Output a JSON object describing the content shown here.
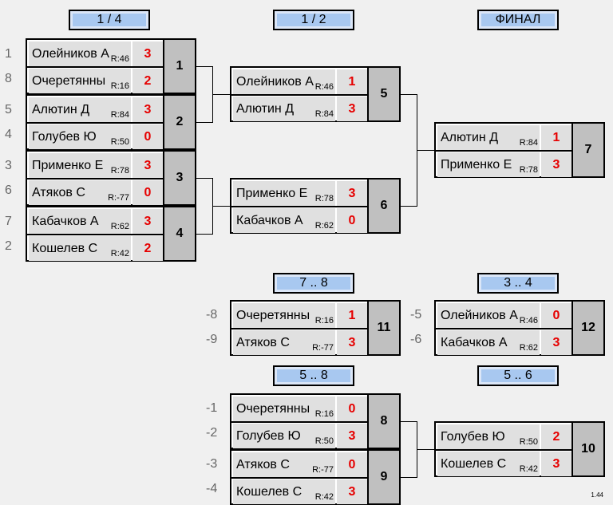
{
  "headers": {
    "qf": "1 / 4",
    "sf": "1 / 2",
    "final": "ФИНАЛ",
    "p78": "7 .. 8",
    "p34": "3 .. 4",
    "p58": "5 .. 8",
    "p56": "5 .. 6"
  },
  "seeds": {
    "s1": "1",
    "s8": "8",
    "s5": "5",
    "s4": "4",
    "s3": "3",
    "s6": "6",
    "s7": "7",
    "s2": "2",
    "m11a": "-8",
    "m11b": "-9",
    "m12a": "-5",
    "m12b": "-6",
    "m8a": "-1",
    "m8b": "-2",
    "m9a": "-3",
    "m9b": "-4"
  },
  "matches": {
    "m1": {
      "num": "1",
      "p1": "Олейников А",
      "r1": "R:46",
      "s1": "3",
      "p2": "Очеретянны",
      "r2": "R:16",
      "s2": "2"
    },
    "m2": {
      "num": "2",
      "p1": "Алютин Д",
      "r1": "R:84",
      "s1": "3",
      "p2": "Голубев Ю",
      "r2": "R:50",
      "s2": "0"
    },
    "m3": {
      "num": "3",
      "p1": "Применко Е",
      "r1": "R:78",
      "s1": "3",
      "p2": "Атяков С",
      "r2": "R:-77",
      "s2": "0"
    },
    "m4": {
      "num": "4",
      "p1": "Кабачков А",
      "r1": "R:62",
      "s1": "3",
      "p2": "Кошелев С",
      "r2": "R:42",
      "s2": "2"
    },
    "m5": {
      "num": "5",
      "p1": "Олейников А",
      "r1": "R:46",
      "s1": "1",
      "p2": "Алютин Д",
      "r2": "R:84",
      "s2": "3"
    },
    "m6": {
      "num": "6",
      "p1": "Применко Е",
      "r1": "R:78",
      "s1": "3",
      "p2": "Кабачков А",
      "r2": "R:62",
      "s2": "0"
    },
    "m7": {
      "num": "7",
      "p1": "Алютин Д",
      "r1": "R:84",
      "s1": "1",
      "p2": "Применко Е",
      "r2": "R:78",
      "s2": "3"
    },
    "m11": {
      "num": "11",
      "p1": "Очеретянны",
      "r1": "R:16",
      "s1": "1",
      "p2": "Атяков С",
      "r2": "R:-77",
      "s2": "3"
    },
    "m12": {
      "num": "12",
      "p1": "Олейников А",
      "r1": "R:46",
      "s1": "0",
      "p2": "Кабачков А",
      "r2": "R:62",
      "s2": "3"
    },
    "m8": {
      "num": "8",
      "p1": "Очеретянны",
      "r1": "R:16",
      "s1": "0",
      "p2": "Голубев Ю",
      "r2": "R:50",
      "s2": "3"
    },
    "m9": {
      "num": "9",
      "p1": "Атяков С",
      "r1": "R:-77",
      "s1": "0",
      "p2": "Кошелев С",
      "r2": "R:42",
      "s2": "3"
    },
    "m10": {
      "num": "10",
      "p1": "Голубев Ю",
      "r1": "R:50",
      "s1": "2",
      "p2": "Кошелев С",
      "r2": "R:42",
      "s2": "3"
    }
  },
  "version": "1.44"
}
